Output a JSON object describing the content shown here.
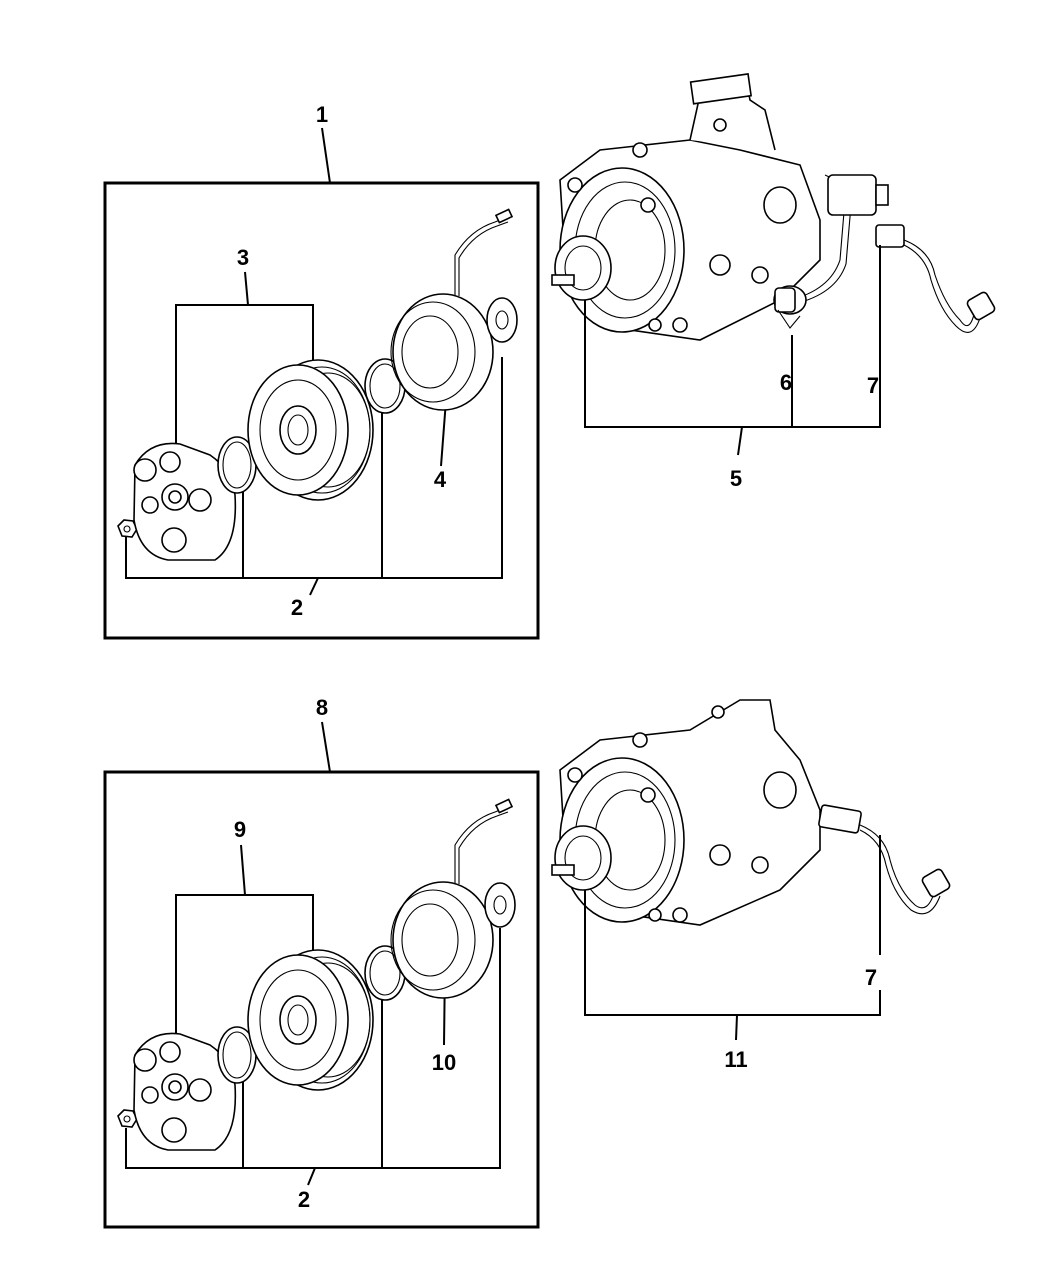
{
  "labels": {
    "top_assembly": "1",
    "top_clutch_kit": "2",
    "top_pressure_plate": "3",
    "top_field_coil": "4",
    "top_compressor": "5",
    "top_switch": "6",
    "top_harness": "7",
    "bottom_assembly": "8",
    "bottom_clutch_kit": "2",
    "bottom_pressure_plate": "9",
    "bottom_field_coil": "10",
    "bottom_compressor": "11",
    "bottom_harness": "7"
  }
}
